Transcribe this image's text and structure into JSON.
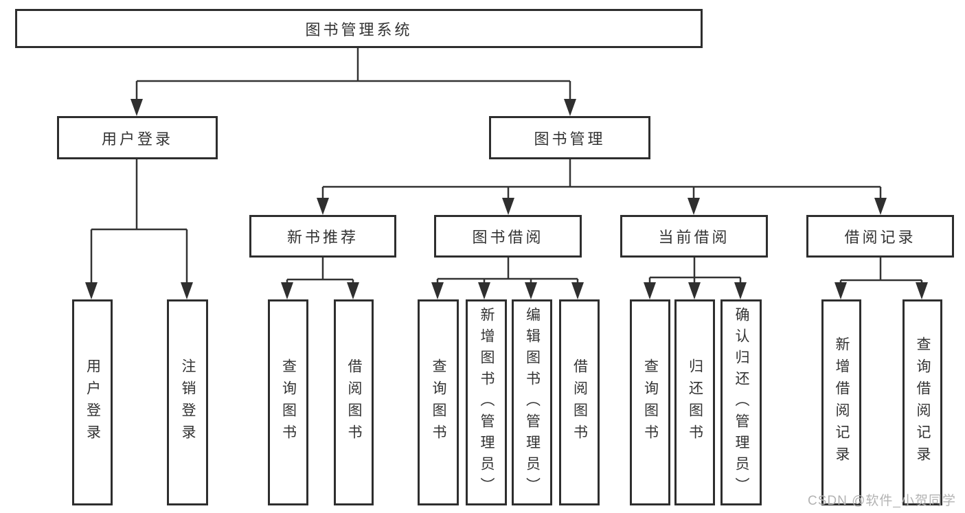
{
  "diagram": {
    "title": "图书管理系统",
    "nodes": {
      "root": {
        "label": "图书管理系统"
      },
      "user_login_group": {
        "label": "用户登录"
      },
      "book_mgmt": {
        "label": "图书管理"
      },
      "user_login": {
        "label": "用户登录"
      },
      "logout_login": {
        "label": "注销登录"
      },
      "new_book_rec": {
        "label": "新书推荐"
      },
      "book_borrow": {
        "label": "图书借阅"
      },
      "current_borrow": {
        "label": "当前借阅"
      },
      "borrow_record": {
        "label": "借阅记录"
      },
      "rec_query_book": {
        "label": "查询图书"
      },
      "rec_borrow_book": {
        "label": "借阅图书"
      },
      "bb_query_book": {
        "label": "查询图书"
      },
      "bb_add_book": {
        "label": "新增图书（管理员）"
      },
      "bb_edit_book": {
        "label": "编辑图书（管理员）"
      },
      "bb_borrow_book": {
        "label": "借阅图书"
      },
      "cb_query_book": {
        "label": "查询图书"
      },
      "cb_return_book": {
        "label": "归还图书"
      },
      "cb_confirm_return": {
        "label": "确认归还（管理员）"
      },
      "br_add_record": {
        "label": "新增借阅记录"
      },
      "br_query_record": {
        "label": "查询借阅记录"
      }
    },
    "colors": {
      "line": "#333333",
      "border": "#2e2e2e",
      "text": "#333333",
      "background": "#ffffff",
      "watermark": "#b3b3b3"
    }
  },
  "watermark": {
    "text": "CSDN @软件_小贺同学"
  }
}
